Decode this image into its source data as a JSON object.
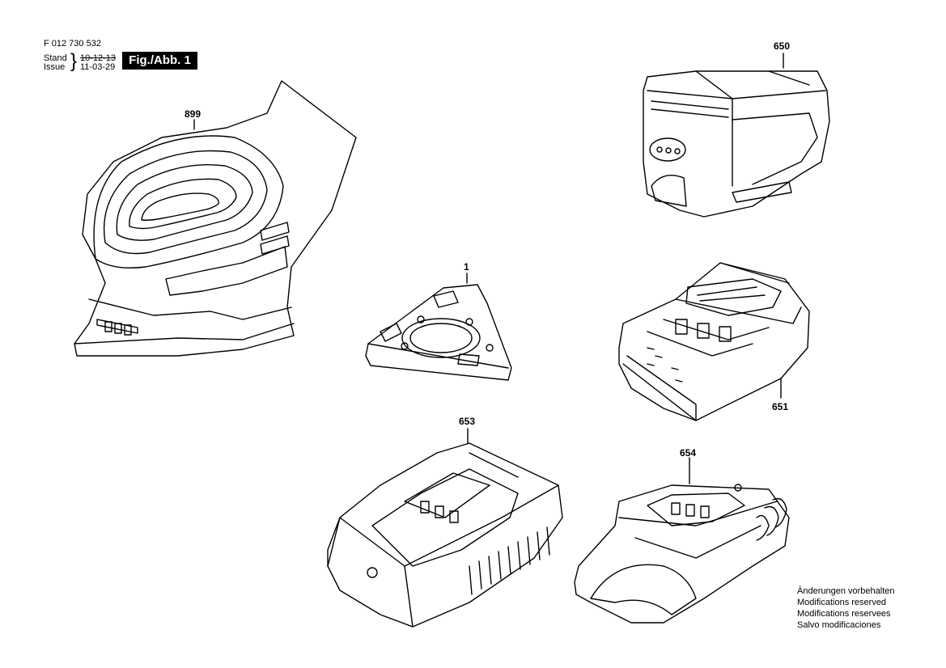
{
  "header": {
    "doc_number": "F 012 730 532",
    "stand_label": "Stand",
    "stand_date": "10-12-13",
    "issue_label": "Issue",
    "issue_date": "11-03-29",
    "fig_label": "Fig./Abb. 1"
  },
  "parts": {
    "p899": "899",
    "p1": "1",
    "p650": "650",
    "p651": "651",
    "p653": "653",
    "p654": "654"
  },
  "notice": [
    "Änderungen vorbehalten",
    "Modifications reserved",
    "Modifications reservees",
    "Salvo modificaciones"
  ]
}
